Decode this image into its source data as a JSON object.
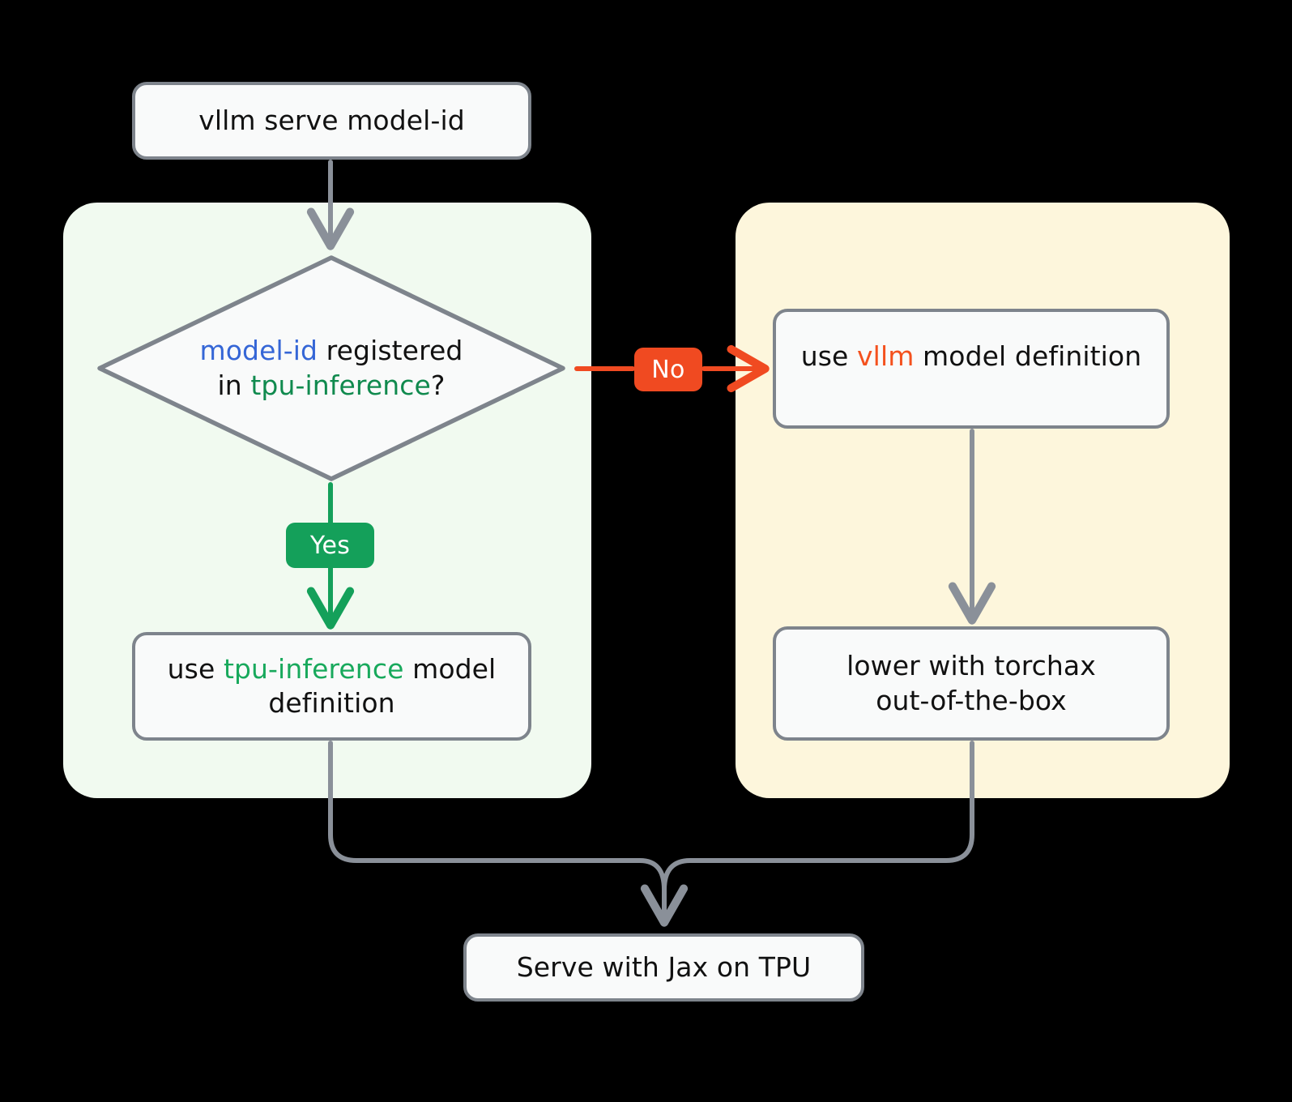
{
  "diagram": {
    "title": "vllm serve on TPU model-definition decision flow",
    "type": "flowchart",
    "background": "#000000",
    "colors": {
      "node_fill": "#F9FAFA",
      "node_stroke": "#7E848C",
      "edge_stroke": "#8A9099",
      "group_tpu_fill": "#F1FAF0",
      "group_vllm_fill": "#FDF6DC",
      "yes_badge": "#14A05A",
      "no_badge": "#F04A21",
      "yes_edge": "#14A05A",
      "no_edge": "#F04A21",
      "token_blue": "#3566D6",
      "token_green_dark": "#108A4E",
      "token_green_light": "#18A95C",
      "token_orange": "#F4511E"
    }
  },
  "nodes": {
    "start": {
      "text": "vllm serve model-id"
    },
    "decision": {
      "line1_a": "model-id",
      "line1_b": " registered",
      "line2_a": "in ",
      "line2_b": "tpu-inference",
      "line2_c": "?"
    },
    "tpu_definition": {
      "a": "use ",
      "b": "tpu-inference",
      "c": " model",
      "d": "definition"
    },
    "vllm_definition": {
      "a": "use ",
      "b": "vllm",
      "c": " model definition"
    },
    "torchax": {
      "line1": "lower with torchax",
      "line2": "out-of-the-box"
    },
    "end": {
      "text": "Serve with Jax on TPU"
    }
  },
  "edge_labels": {
    "yes": "Yes",
    "no": "No"
  },
  "edges": [
    {
      "from": "start",
      "to": "decision",
      "label": "",
      "color": "#8A9099"
    },
    {
      "from": "decision",
      "to": "tpu_definition",
      "label": "Yes",
      "color": "#14A05A"
    },
    {
      "from": "decision",
      "to": "vllm_definition",
      "label": "No",
      "color": "#F04A21"
    },
    {
      "from": "vllm_definition",
      "to": "torchax",
      "label": "",
      "color": "#8A9099"
    },
    {
      "from": "tpu_definition",
      "to": "end",
      "label": "",
      "color": "#8A9099"
    },
    {
      "from": "torchax",
      "to": "end",
      "label": "",
      "color": "#8A9099"
    }
  ],
  "groups": [
    {
      "name": "tpu-inference-path",
      "fill": "#F1FAF0"
    },
    {
      "name": "vllm-path",
      "fill": "#FDF6DC"
    }
  ]
}
